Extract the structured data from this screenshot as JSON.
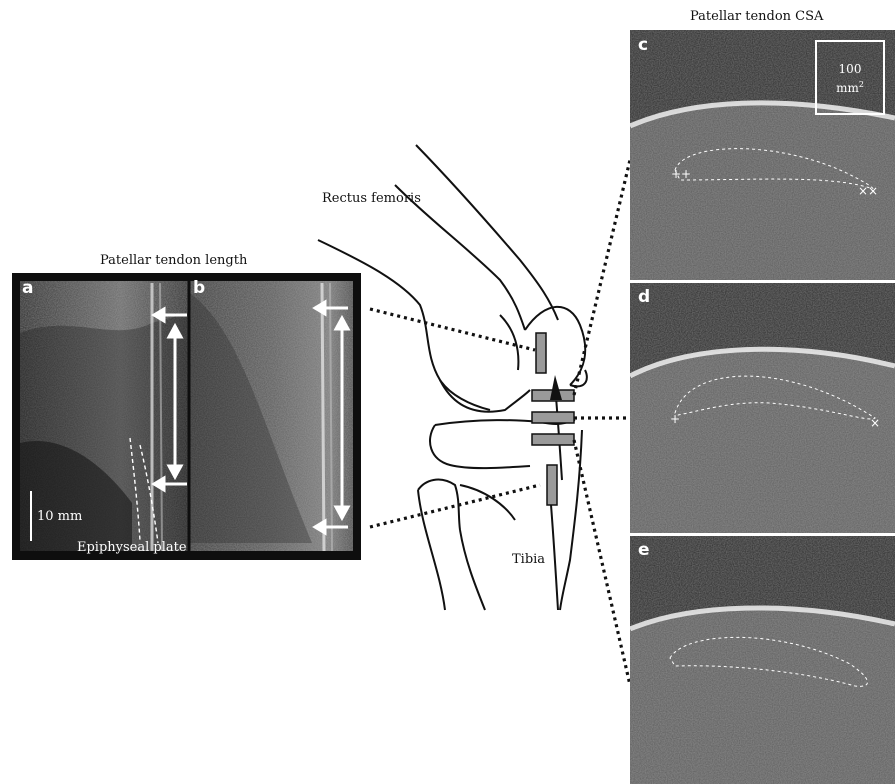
{
  "captions": {
    "tendon_length": "Patellar tendon length",
    "tendon_csa": "Patellar tendon CSA",
    "rectus_femoris": "Rectus femoris",
    "tibia": "Tibia",
    "epiphyseal_plate": "Epiphyseal plate",
    "scale_length": "10 mm",
    "scale_area_value": "100",
    "scale_area_unit": "mm",
    "scale_area_exp": "2"
  },
  "panels": {
    "a": "a",
    "b": "b",
    "c": "c",
    "d": "d",
    "e": "e"
  }
}
